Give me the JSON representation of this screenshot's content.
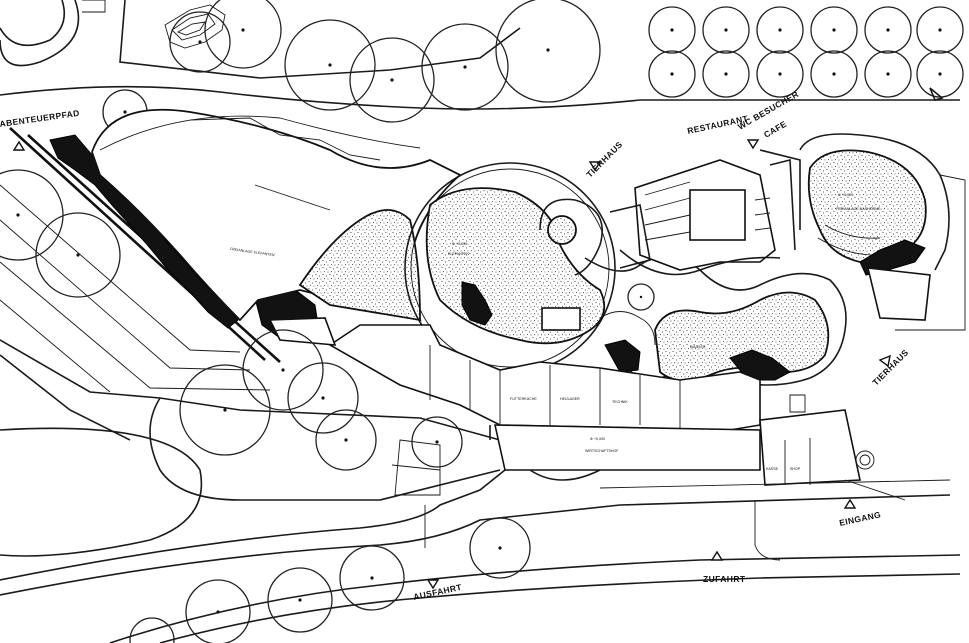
{
  "labels": {
    "abenteuerpfad": "ABENTEUERPFAD",
    "restaurant": "RESTAURANT",
    "wc_besucher": "WC BESUCHER",
    "cafe": "CAFE",
    "tierhaus_top": "TIERHAUS",
    "tierhaus_right": "TIERHAUS",
    "eingang": "EINGANG",
    "ausfahrt": "AUSFAHRT",
    "zufahrt": "ZUFAHRT",
    "freianlage_elefanten": "FREIANLAGE ELEFANTEN",
    "elefanten": "ELEFANTEN",
    "freianlage_nashorn": "FREIANLAGE NASHÖRNE",
    "wirtschaftshof": "WIRTSCHAFTSHOF",
    "technik": "TECHNIK",
    "futterkueche": "FUTTERKÜCHE",
    "heulager": "HEULAGER",
    "kasse": "KASSE",
    "shop": "SHOP",
    "wasser": "WASSER",
    "elevation_1": "⊕ +0,000",
    "elevation_2": "⊕ +0,000",
    "elevation_3": "⊕ +0,000"
  },
  "icons": [
    "north-arrow-icon",
    "direction-triangle-icon",
    "tree-symbol-icon"
  ],
  "colors": {
    "ink": "#111111",
    "paper": "#ffffff"
  }
}
